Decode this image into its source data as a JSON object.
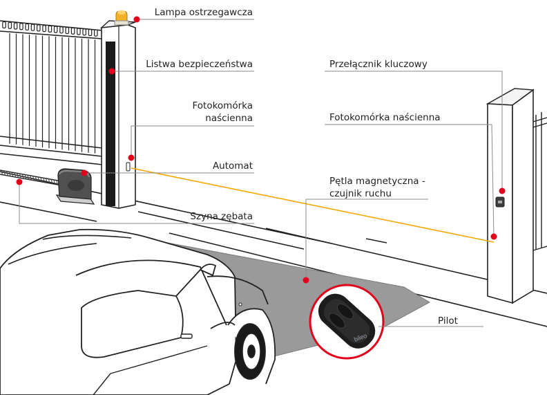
{
  "colors": {
    "marker": "#e3001b",
    "laser": "#f5a800",
    "line": "#222222",
    "leader": "#8a8a8a",
    "ground": "#9a9a9a",
    "lamp": "#f3b12a"
  },
  "labels": {
    "lamp": "Lampa ostrzegawcza",
    "safety_strip": "Listwa bezpieczeństwa",
    "photocell_left_1": "Fotokomórka",
    "photocell_left_2": "naścienna",
    "automat": "Automat",
    "rack": "Szyna zębata",
    "key_switch": "Przełącznik kluczowy",
    "photocell_right": "Fotokomórka naścienna",
    "loop_1": "Pętla magnetyczna -",
    "loop_2": "czujnik ruchu",
    "remote": "Pilot"
  },
  "remote_brand": "bileo",
  "icons": [
    "warning-lamp-icon",
    "gate-motor-icon",
    "photocell-icon",
    "key-switch-icon",
    "remote-control-icon",
    "car-icon"
  ]
}
